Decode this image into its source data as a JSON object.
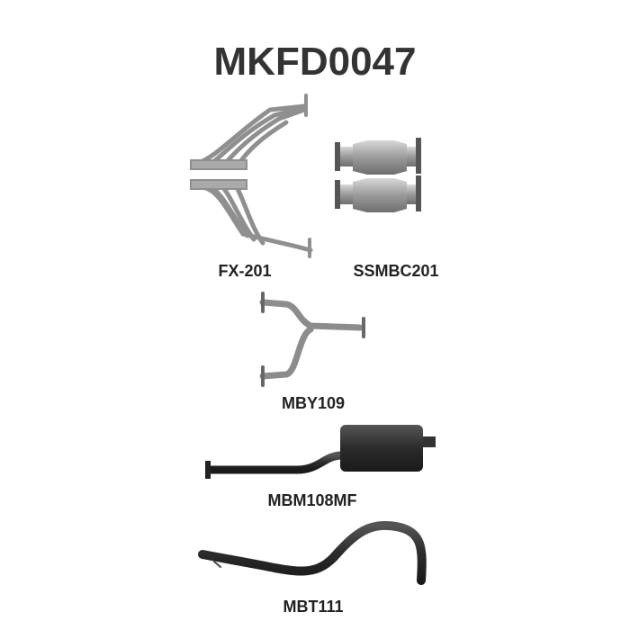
{
  "title": "MKFD0047",
  "parts": [
    {
      "code": "FX-201"
    },
    {
      "code": "SSMBC201"
    },
    {
      "code": "MBY109"
    },
    {
      "code": "MBM108MF"
    },
    {
      "code": "MBT111"
    }
  ],
  "colors": {
    "silver": "#9a9a9a",
    "black_pipe": "#2b2b2b",
    "text": "#222222"
  }
}
